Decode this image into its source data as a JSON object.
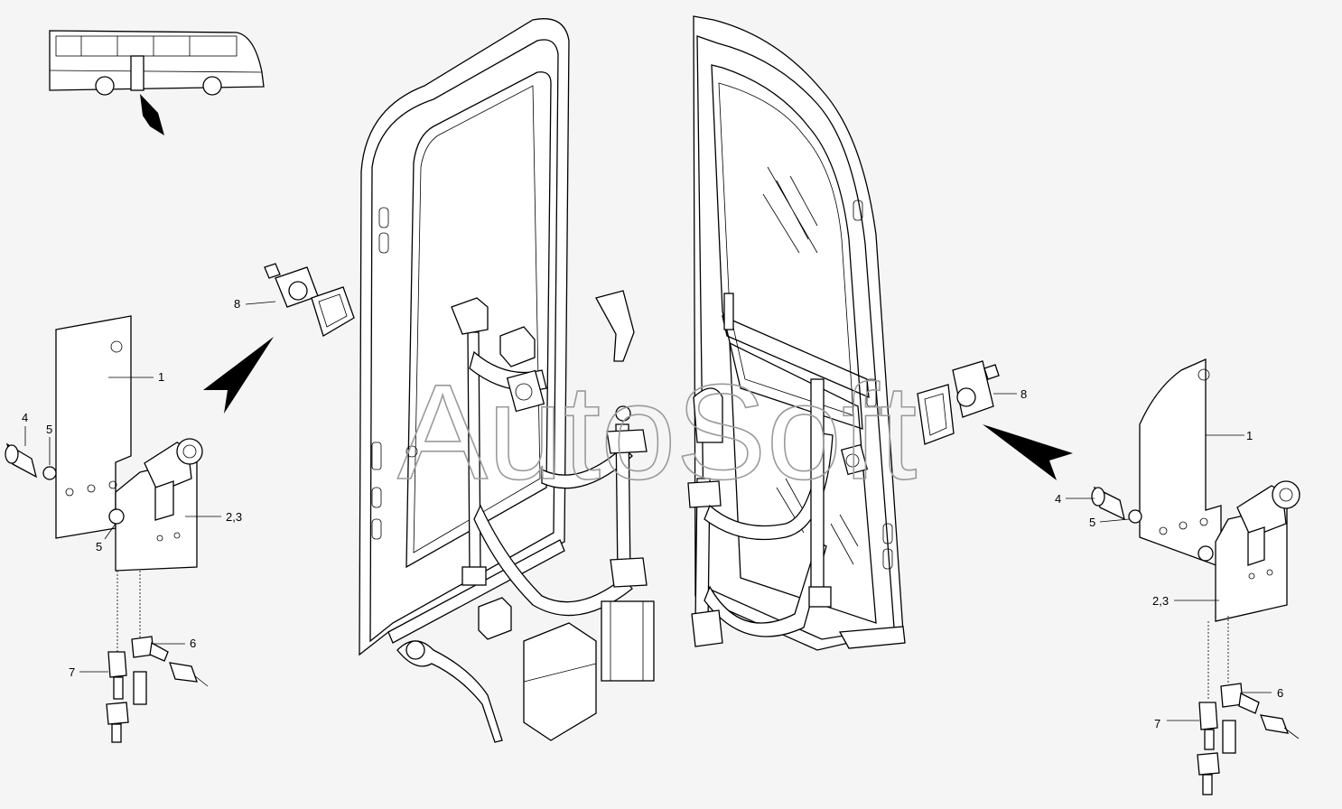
{
  "watermark": "AutoSoft",
  "left_callouts": {
    "part_1": "1",
    "part_4": "4",
    "part_5_top": "5",
    "part_5_bottom": "5",
    "part_2_3": "2,3",
    "part_6": "6",
    "part_7": "7",
    "part_8": "8"
  },
  "right_callouts": {
    "part_1": "1",
    "part_4": "4",
    "part_5": "5",
    "part_2_3": "2,3",
    "part_6": "6",
    "part_7": "7",
    "part_8": "8"
  }
}
